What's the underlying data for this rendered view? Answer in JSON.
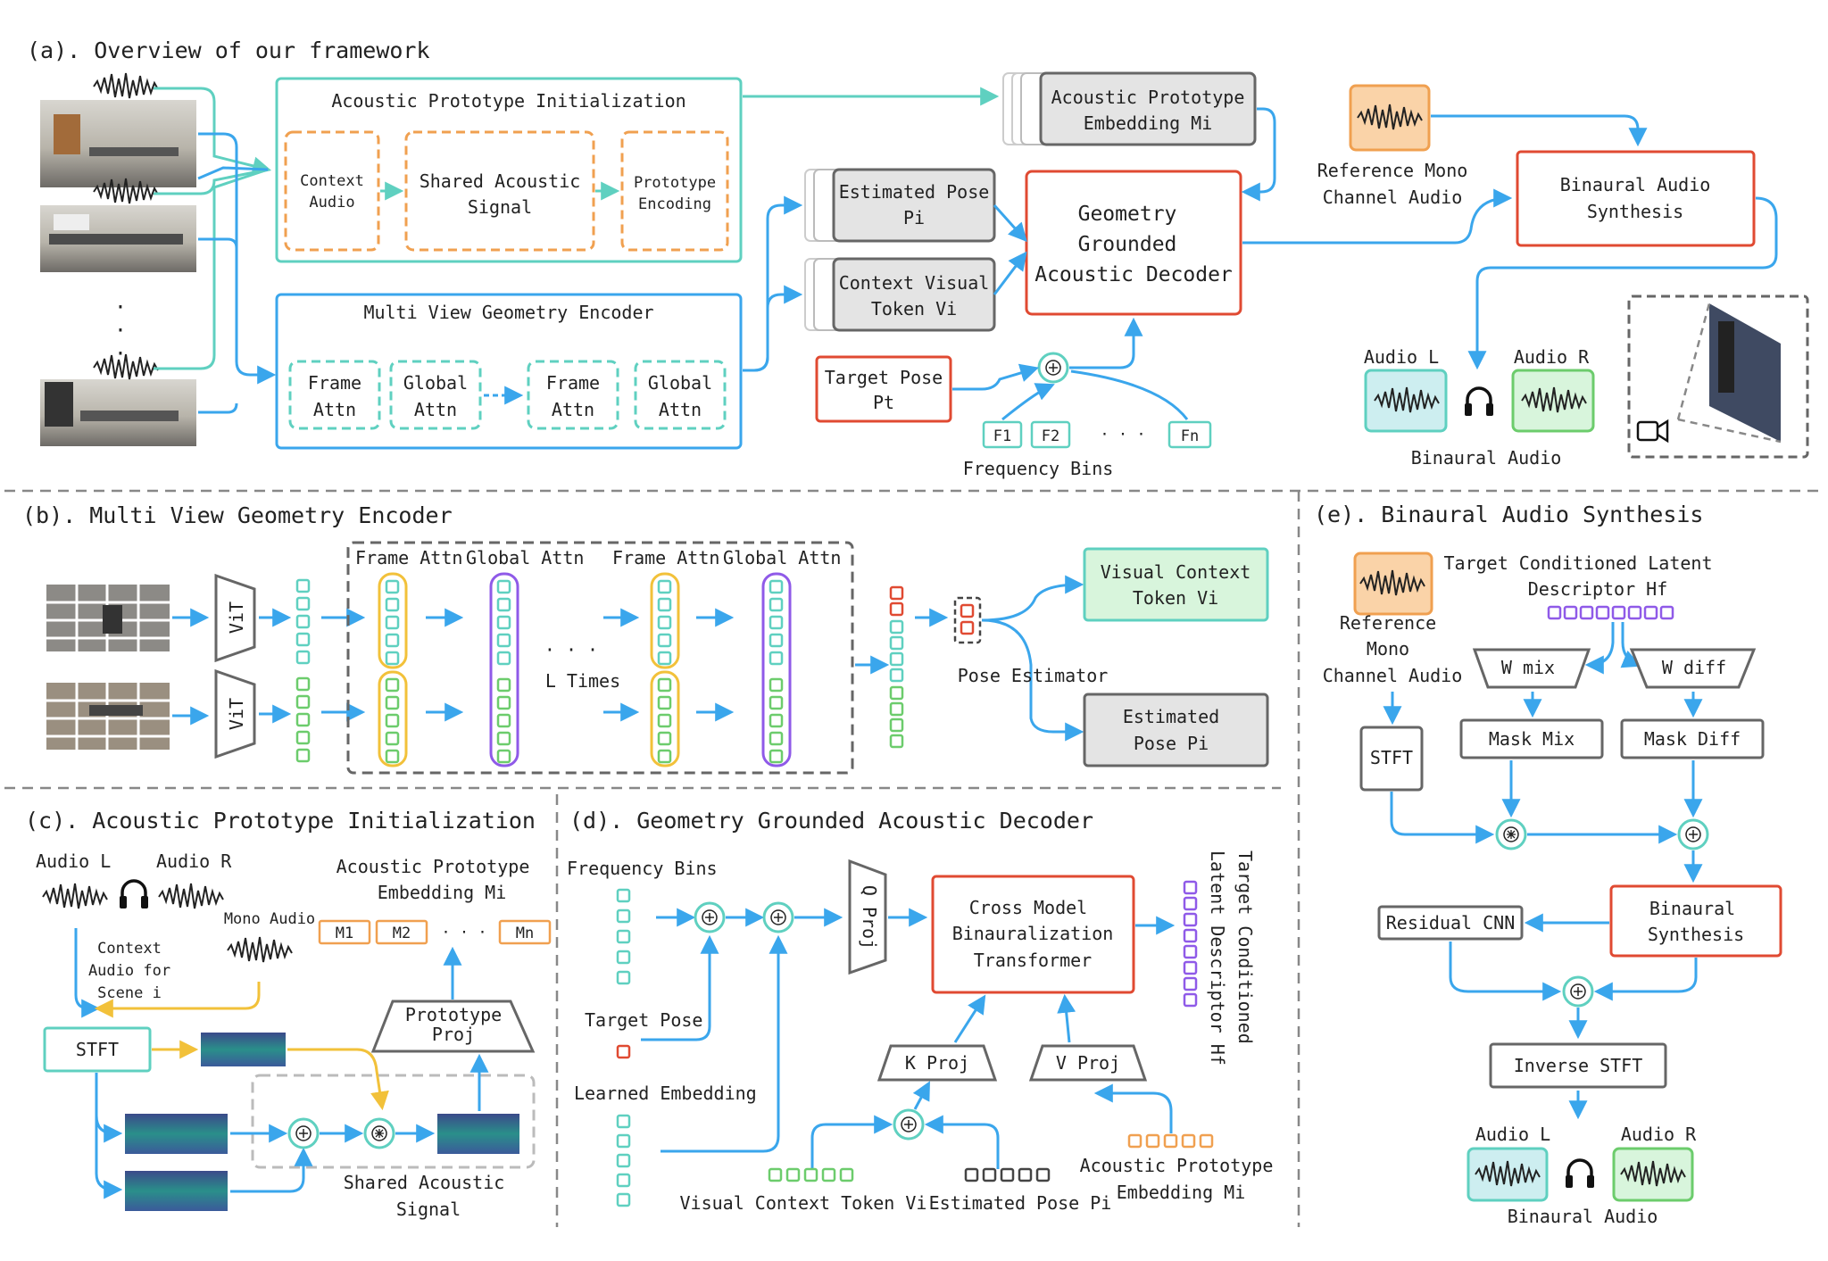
{
  "colors": {
    "teal": "#5fd0c0",
    "blue": "#3aa6ec",
    "orange": "#f0a050",
    "red": "#e04a32",
    "gray": "#888888",
    "purple": "#8f5ae8",
    "yellow": "#f2c13a",
    "green": "#6ccc6c",
    "lightgreen": "#d8f5dc",
    "lightgray": "#e4e4e4",
    "peach": "#fad3a8",
    "dash": "#777777"
  },
  "a": {
    "title": "(a). Overview of our framework",
    "api_title": "Acoustic Prototype Initialization",
    "ctx_audio": [
      "Context",
      "Audio"
    ],
    "shared": [
      "Shared Acoustic",
      "Signal"
    ],
    "proto_enc": [
      "Prototype",
      "Encoding"
    ],
    "mvge_title": "Multi View Geometry Encoder",
    "frame": [
      "Frame",
      "Attn"
    ],
    "global": [
      "Global",
      "Attn"
    ],
    "frame2": [
      "Frame",
      "Attn"
    ],
    "global2": [
      "Global",
      "Attn"
    ],
    "ape": [
      "Acoustic Prototype",
      "Embedding Mi"
    ],
    "est_pose": [
      "Estimated Pose",
      "Pi"
    ],
    "ctx_vis": [
      "Context Visual",
      "Token Vi"
    ],
    "decoder": [
      "Geometry",
      "Grounded",
      "Acoustic Decoder"
    ],
    "target": [
      "Target Pose",
      "Pt"
    ],
    "f1": "F1",
    "f2": "F2",
    "fn": "Fn",
    "fdots": "·  ·  ·",
    "freq": "Frequency Bins",
    "vdots": [
      "·",
      "·",
      "·"
    ],
    "ref": [
      "Reference Mono",
      "Channel Audio"
    ],
    "bas": [
      "Binaural Audio",
      "Synthesis"
    ],
    "audio_l": "Audio L",
    "audio_r": "Audio R",
    "binaural": "Binaural Audio"
  },
  "b": {
    "title": "(b). Multi View Geometry Encoder",
    "vit": "ViT",
    "fa": "Frame Attn",
    "ga": "Global Attn",
    "dots": "·  ·  ·",
    "ltimes": "L Times",
    "pose_est": "Pose Estimator",
    "vct": [
      "Visual Context",
      "Token Vi"
    ],
    "ep": [
      "Estimated",
      "Pose Pi"
    ]
  },
  "c": {
    "title": "(c). Acoustic Prototype Initialization",
    "audio_l": "Audio L",
    "audio_r": "Audio R",
    "ctx": [
      "Context",
      "Audio for",
      "Scene i"
    ],
    "mono": "Mono Audio",
    "ape": [
      "Acoustic Prototype",
      "Embedding Mi"
    ],
    "m1": "M1",
    "m2": "M2",
    "mn": "Mn",
    "mdots": "·  ·  ·",
    "pp": [
      "Prototype",
      "Proj"
    ],
    "stft": "STFT",
    "sas": [
      "Shared Acoustic",
      "Signal"
    ]
  },
  "d": {
    "title": "(d). Geometry Grounded Acoustic Decoder",
    "freq": "Frequency Bins",
    "target": "Target Pose",
    "learned": "Learned Embedding",
    "qproj": "Q Proj",
    "cmbt": [
      "Cross Model",
      "Binauralization",
      "Transformer"
    ],
    "kproj": "K Proj",
    "vproj": "V Proj",
    "vct": "Visual Context Token Vi",
    "ep": "Estimated Pose Pi",
    "ape": [
      "Acoustic Prototype",
      "Embedding Mi"
    ],
    "tcld": [
      "Target Conditioned",
      "Latent Descriptor Hf"
    ]
  },
  "e": {
    "title": "(e). Binaural Audio Synthesis",
    "ref": [
      "Reference",
      "Mono",
      "Channel Audio"
    ],
    "tcld": [
      "Target Conditioned Latent",
      "Descriptor Hf"
    ],
    "wmix": "W mix",
    "wdiff": "W diff",
    "mmix": "Mask Mix",
    "mdiff": "Mask Diff",
    "stft": "STFT",
    "bs": [
      "Binaural",
      "Synthesis"
    ],
    "rcnn": "Residual CNN",
    "istft": "Inverse STFT",
    "audio_l": "Audio L",
    "audio_r": "Audio R",
    "binaural": "Binaural Audio"
  }
}
